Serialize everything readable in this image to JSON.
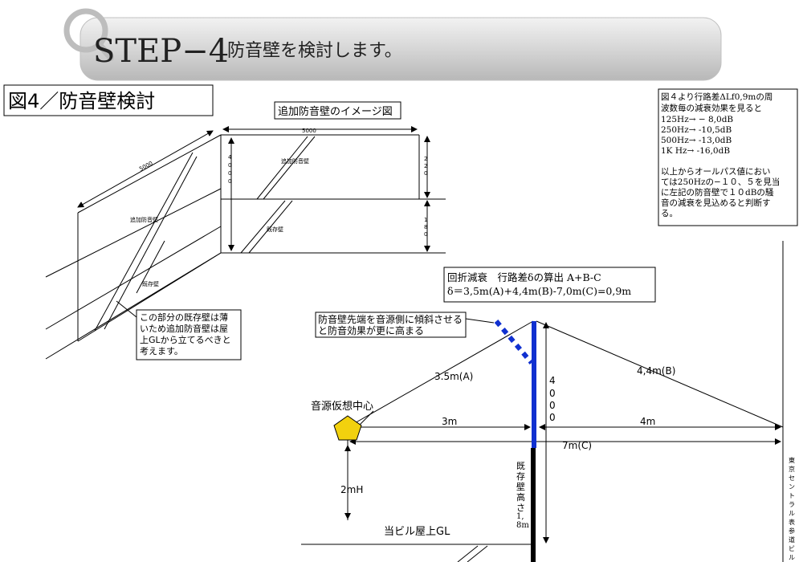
{
  "header": {
    "step": "STEP−4",
    "subtitle": "防音壁を検討します。"
  },
  "figure_title": "図4／防音壁検討",
  "image_title": "追加防音壁のイメージ図",
  "iso": {
    "label_new_wall": "追加防音壁",
    "label_existing_wall": "既存壁",
    "dim_length": "5000",
    "dim_top": "5000",
    "left_height_digits": [
      "4",
      "0",
      "0",
      "0"
    ],
    "right_upper_digits": [
      "2",
      "2",
      "0"
    ],
    "right_lower_digits": [
      "1",
      "8",
      "0"
    ],
    "callout": [
      "この部分の既存壁は薄",
      "いため追加防音壁は屋",
      "上GLから立てるべきと",
      "考えます。"
    ]
  },
  "info_box": {
    "lines": [
      "図４より行路差ΔLf0,9mの周",
      "波数毎の減衰効果を見ると",
      "125Hz→ − 8,0dB",
      "250Hz→ -10,5dB",
      "500Hz→ -13,0dB",
      "1K Hz→ -16,0dB",
      "",
      "以上からオールパス値におい",
      "ては250Hzの−１０、５を見当",
      "に左記の防音壁で１０dBの騒",
      "音の減衰を見込めると判断す",
      "る。"
    ]
  },
  "calc_box": {
    "line1": "回折減衰　行路差δの算出 A+B-C",
    "line2": "δ＝3,5m(A)+4,4m(B)-7,0m(C)=0,9m"
  },
  "tilt_note": [
    "防音壁先端を音源側に傾斜させる",
    "と防音効果が更に高まる"
  ],
  "section": {
    "label_a": "3.5m(A)",
    "label_b": "4,4m(B)",
    "label_c": "7m(C)",
    "dist_3m": "3m",
    "dist_4m": "4m",
    "height_2mh": "2mH",
    "wall_height_digits": [
      "4",
      "0",
      "0",
      "0"
    ],
    "source_label": "音源仮想中心",
    "existing_height": [
      "既",
      "存",
      "壁",
      "高",
      "さ",
      "1,",
      "8m"
    ],
    "roof_gl": "当ビル屋上GL",
    "building_label": [
      "東",
      "京",
      "セ",
      "ン",
      "ト",
      "ラ",
      "ル",
      "表",
      "参",
      "道",
      "ビ",
      "ル"
    ]
  },
  "colors": {
    "wall_blue": "#1030d0",
    "source_yellow": "#f2d10e",
    "header_grey": "#c9c9c9"
  }
}
